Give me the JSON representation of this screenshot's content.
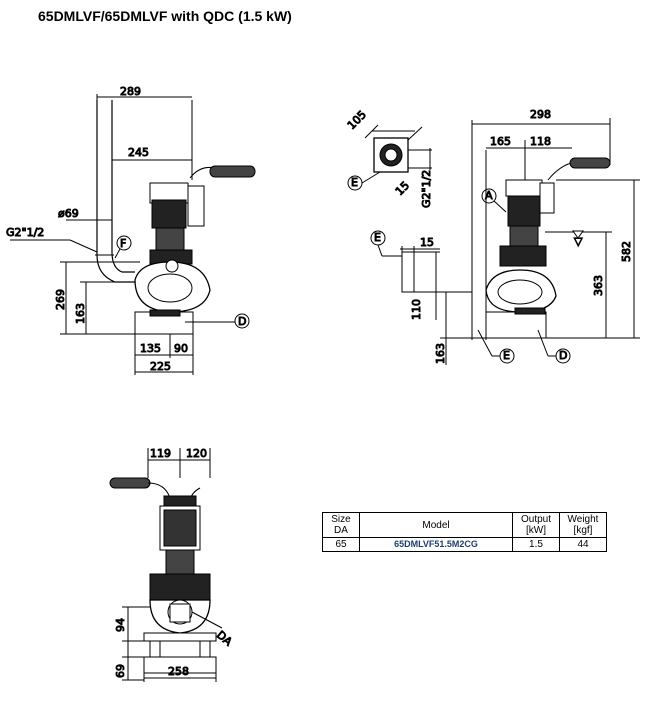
{
  "title": "65DMLVF/65DMLVF with QDC (1.5 kW)",
  "dims": {
    "front": {
      "d289": "289",
      "d245": "245",
      "dia": "ø69",
      "g": "G2\"1/2",
      "d269": "269",
      "d163": "163",
      "d135": "135",
      "d90": "90",
      "d225": "225",
      "callout_f": "F",
      "callout_d": "D"
    },
    "plan": {
      "d105": "105",
      "d15": "15",
      "g": "G2\"1/2",
      "callout_e": "E"
    },
    "detail_e": {
      "callout_e": "E",
      "d15": "15",
      "d110": "110"
    },
    "side": {
      "d298": "298",
      "d165": "165",
      "d118": "118",
      "d582": "582",
      "d363": "363",
      "d163": "163",
      "callout_a": "A",
      "callout_e": "E",
      "callout_d": "D"
    },
    "bottom": {
      "d119": "119",
      "d120": "120",
      "d94": "94",
      "d69": "69",
      "d258": "258",
      "da": "DA"
    }
  },
  "table": {
    "headers": {
      "size_line1": "Size",
      "size_line2": "DA",
      "model": "Model",
      "output_line1": "Output",
      "output_line2": "[kW]",
      "weight_line1": "Weight",
      "weight_line2": "[kgf]"
    },
    "row": {
      "size": "65",
      "model": "65DMLVF51.5M2CG",
      "output": "1.5",
      "weight": "44"
    }
  }
}
